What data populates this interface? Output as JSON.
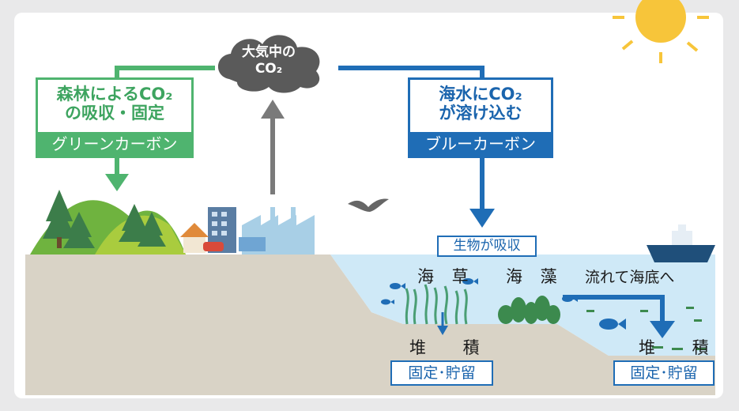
{
  "diagram": {
    "atmosphere": {
      "line1": "大気中の",
      "line2": "CO₂"
    },
    "green_box": {
      "title_line1": "森林によるCO₂",
      "title_line2": "の吸収・固定",
      "tag": "グリーンカーボン"
    },
    "blue_box": {
      "title_line1": "海水にCO₂",
      "title_line2": "が溶け込む",
      "tag": "ブルーカーボン"
    },
    "absorb_label": "生物が吸収",
    "seagrass_label": "海 草",
    "seaweed_label": "海 藻",
    "flow_label": "流れて海底へ",
    "sediment_left": "堆 積",
    "sediment_right": "堆 積",
    "fixed_left": "固定･貯留",
    "fixed_right": "固定･貯留"
  },
  "colors": {
    "green": "#4fb46f",
    "blue": "#1f6db6",
    "gray_arrow": "#7a7a7a",
    "cloud": "#5a5a5a",
    "ground": "#d9d3c6",
    "sea": "#cfe9f7",
    "sun": "#f7c53a"
  }
}
